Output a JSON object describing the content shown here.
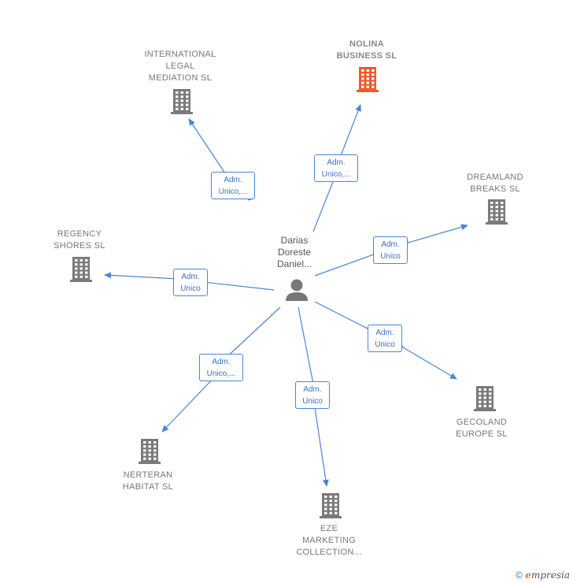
{
  "center_person": {
    "label": "Darias\nDoreste\nDaniel...",
    "icon": "person-icon"
  },
  "companies": [
    {
      "id": "international-legal",
      "label": "INTERNATIONAL\nLEGAL\nMEDIATION  SL",
      "highlight": false,
      "role": "Adm.\nUnico,..."
    },
    {
      "id": "nolina",
      "label": "NOLINA\nBUSINESS  SL",
      "highlight": true,
      "role": "Adm.\nUnico,..."
    },
    {
      "id": "dreamland",
      "label": "DREAMLAND\nBREAKS SL",
      "highlight": false,
      "role": "Adm.\nUnico"
    },
    {
      "id": "regency",
      "label": "REGENCY\nSHORES SL",
      "highlight": false,
      "role": "Adm.\nUnico"
    },
    {
      "id": "gecoland",
      "label": "GECOLAND\nEUROPE  SL",
      "highlight": false,
      "role": "Adm.\nUnico"
    },
    {
      "id": "nerteran",
      "label": "NERTERAN\nHABITAT  SL",
      "highlight": false,
      "role": "Adm.\nUnico,..."
    },
    {
      "id": "eze",
      "label": "EZE\nMARKETING\nCOLLECTION...",
      "highlight": false,
      "role": "Adm.\nUnico"
    }
  ],
  "colors": {
    "edge": "#4a86d6",
    "building_gray": "#7a7a7a",
    "building_highlight": "#f05a28",
    "person": "#777777"
  },
  "footer": {
    "copyright": "©",
    "brand_initial": "e",
    "brand_rest": "mpresia"
  }
}
